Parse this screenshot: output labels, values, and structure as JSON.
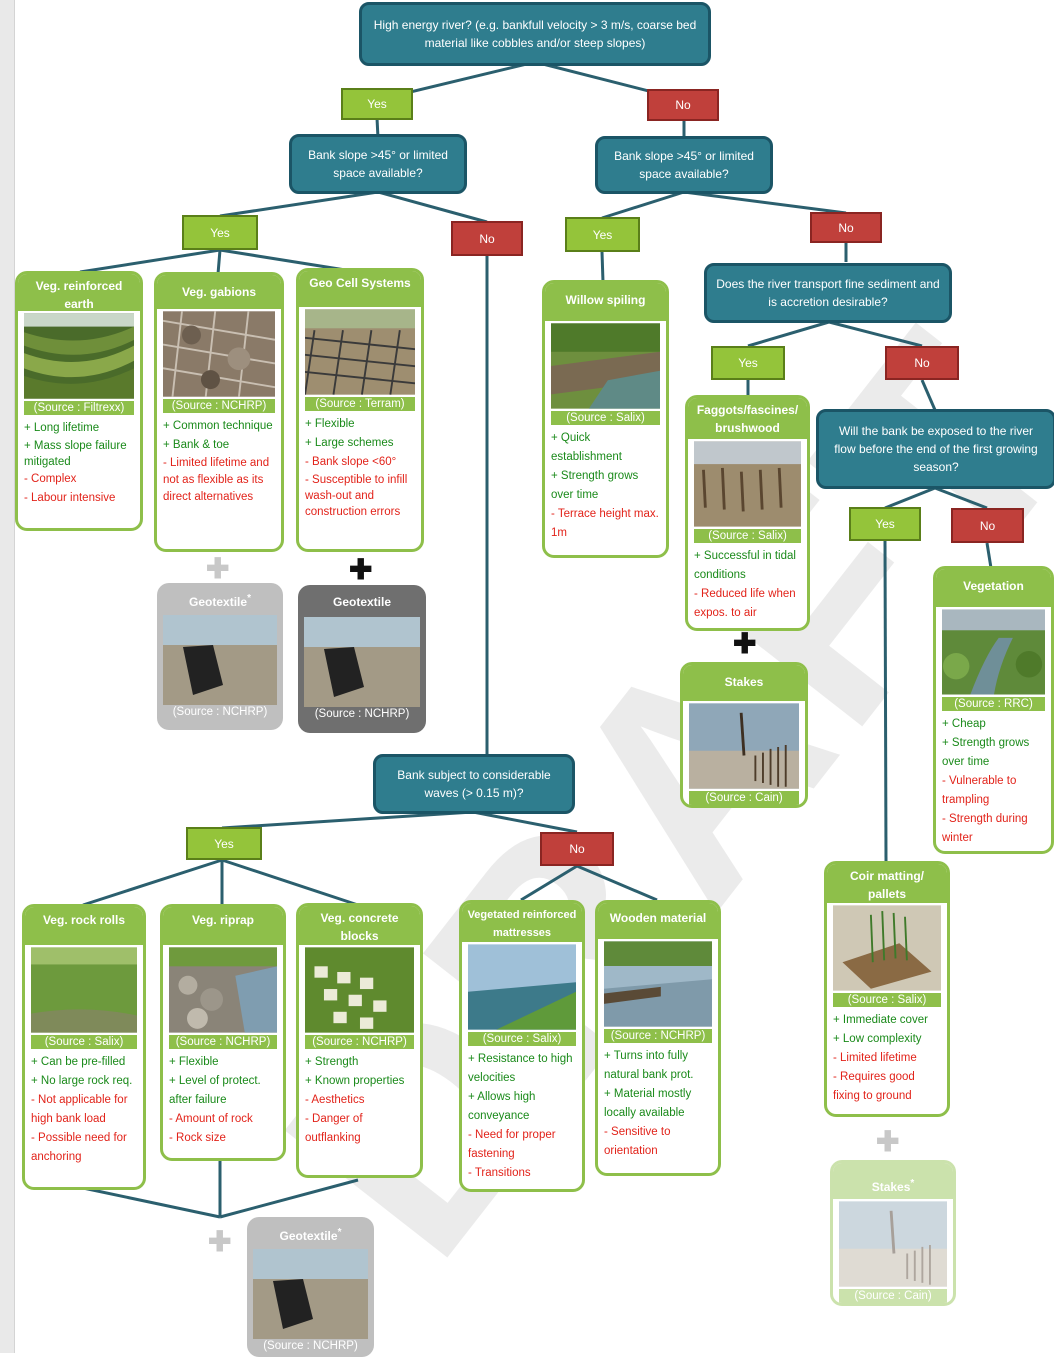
{
  "q1": "High energy river? (e.g. bankfull velocity > 3 m/s, coarse bed material like cobbles and/or steep slopes)",
  "q2": "Bank slope >45° or limited space available?",
  "q3": "Bank slope >45° or limited space available?",
  "q4": "Does the river transport fine sediment and is accretion desirable?",
  "q5": "Will the bank be exposed to the river flow before the end of the first growing season?",
  "q6": "Bank subject to considerable waves (> 0.15 m)?",
  "yes": "Yes",
  "no": "No",
  "cards": {
    "veg_earth": {
      "title": "Veg. reinforced earth",
      "source": "(Source : Filtrexx)",
      "items": [
        "+ Long lifetime",
        "+ Mass slope failure mitigated",
        "- Complex",
        "- Labour intensive"
      ]
    },
    "veg_gabions": {
      "title": "Veg. gabions",
      "source": "(Source : NCHRP)",
      "items": [
        "+ Common technique",
        "+ Bank & toe",
        "- Limited lifetime and not as flexible as its direct alternatives"
      ]
    },
    "geo_cell": {
      "title": "Geo Cell Systems",
      "source": "(Source : Terram)",
      "items": [
        "+ Flexible",
        "+ Large schemes",
        "- Bank slope <60°",
        "- Susceptible to infill wash-out and construction errors"
      ]
    },
    "willow": {
      "title": "Willow spiling",
      "source": "(Source : Salix)",
      "items": [
        "+ Quick establishment",
        "+ Strength grows over time",
        "- Terrace height max. 1m"
      ]
    },
    "faggots": {
      "title": "Faggots/fascines/ brushwood",
      "source": "(Source : Salix)",
      "items": [
        "+ Successful in tidal conditions",
        "- Reduced life when expos. to air"
      ]
    },
    "stakes": {
      "title": "Stakes",
      "source": "(Source : Cain)"
    },
    "vegetation": {
      "title": "Vegetation",
      "source": "(Source : RRC)",
      "items": [
        "+ Cheap",
        "+ Strength grows over time",
        "- Vulnerable to trampling",
        "- Strength during winter"
      ]
    },
    "coir": {
      "title": "Coir matting/ pallets",
      "source": "(Source : Salix)",
      "items": [
        "+ Immediate cover",
        "+ Low complexity",
        "- Limited lifetime",
        "- Requires good fixing to ground"
      ]
    },
    "stakes2": {
      "title": "Stakes",
      "mark": "*",
      "source": "(Source : Cain)"
    },
    "rock_rolls": {
      "title": "Veg. rock rolls",
      "source": "(Source : Salix)",
      "items": [
        "+ Can be pre-filled",
        "+ No large rock req.",
        "- Not applicable for high bank load",
        "- Possible  need for anchoring"
      ]
    },
    "riprap": {
      "title": "Veg. riprap",
      "source": "(Source : NCHRP)",
      "items": [
        "+ Flexible",
        "+ Level of protect. after failure",
        "- Amount of rock",
        "- Rock size"
      ]
    },
    "concrete": {
      "title": "Veg. concrete blocks",
      "source": "(Source : NCHRP)",
      "items": [
        "+ Strength",
        "+ Known properties",
        "- Aesthetics",
        "- Danger of outflanking"
      ]
    },
    "mattresses": {
      "title": "Vegetated reinforced mattresses",
      "source": "(Source : Salix)",
      "items": [
        "+ Resistance to high velocities",
        "+ Allows high conveyance",
        "- Need for proper fastening",
        "- Transitions"
      ]
    },
    "wooden": {
      "title": "Wooden material",
      "source": "(Source : NCHRP)",
      "items": [
        "+ Turns into fully natural bank prot.",
        "+ Material mostly locally available",
        "- Sensitive to orientation"
      ]
    },
    "geotextile1": {
      "title": "Geotextile",
      "mark": "*",
      "source": "(Source : NCHRP)"
    },
    "geotextile2": {
      "title": "Geotextile",
      "source": "(Source : NCHRP)"
    },
    "geotextile3": {
      "title": "Geotextile",
      "mark": "*",
      "source": "(Source : NCHRP)"
    }
  },
  "signs": {
    "plus": "✚"
  },
  "watermark": "DRAFT",
  "colors": {
    "question": "#2f7d8e",
    "yes": "#94c43a",
    "no": "#c0403b",
    "card": "#8ebf4a",
    "pro": "#1a8a1a",
    "con": "#e2231a"
  }
}
